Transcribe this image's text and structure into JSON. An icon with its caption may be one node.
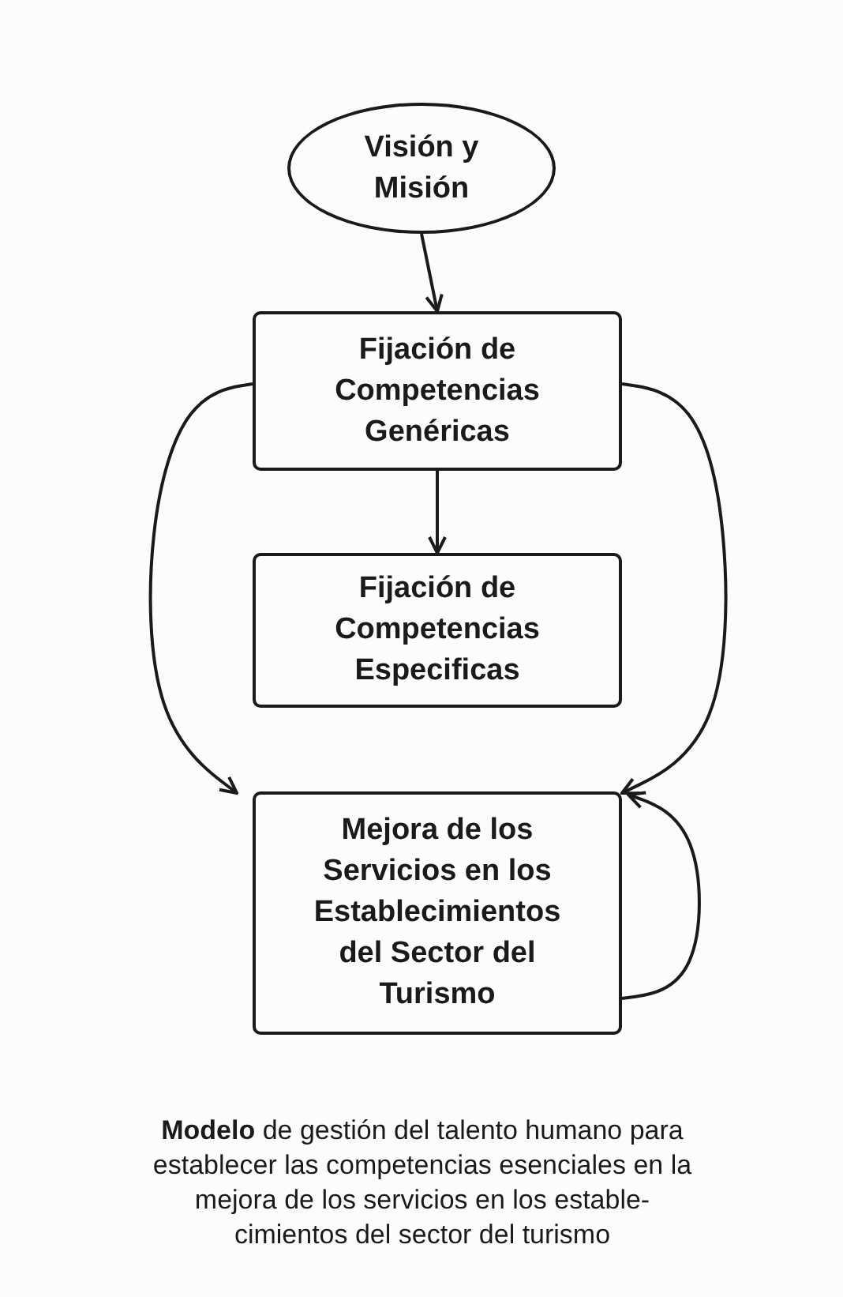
{
  "diagram": {
    "caption": "**Modelo** de gestión del talento humano para establecer las competencias esenciales en la mejora de los servicios en los estable- cimientos del sector del turismo",
    "nodes": [
      {
        "text": [
          "Visión y Misión"
        ]
      },
      {
        "text": [
          "Fijación de Competencias Genéricas"
        ]
      },
      {
        "text": [
          "Fijación de Competencias Especificas"
        ]
      },
      {
        "text": [
          "Mejora de los Servicios en los Establecimientos del Sector del Turismo"
        ]
      }
    ],
    "edges": [
      {
        "from": 0,
        "to": 1,
        "arrow": "to"
      },
      {
        "from": 1,
        "to": 2,
        "arrow": "to"
      },
      {
        "from": 1,
        "to": 3,
        "arrow": "to"
      },
      {
        "from": 1,
        "to": 3,
        "arrow": "to"
      },
      {
        "from": 3,
        "to": 3,
        "arrow": "to"
      }
    ]
  }
}
